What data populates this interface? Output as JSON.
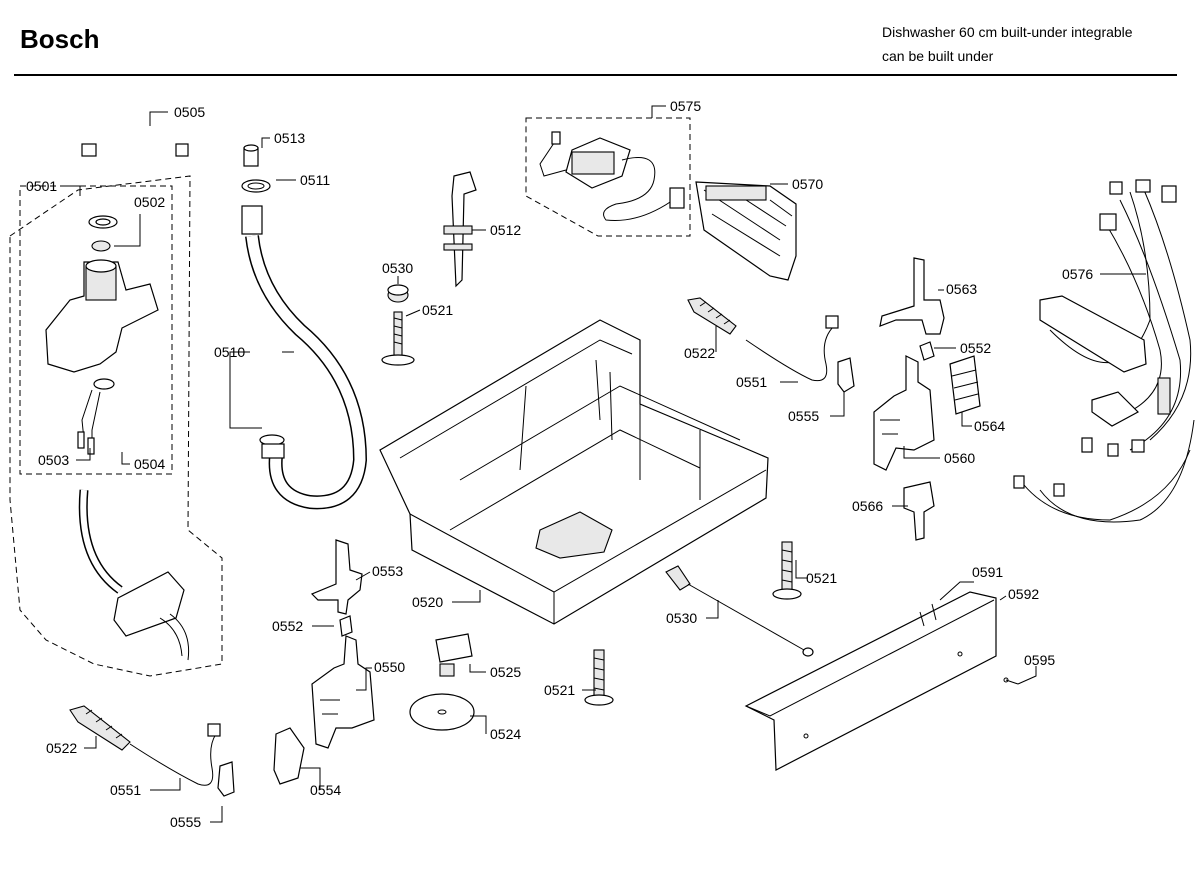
{
  "header": {
    "brand": "Bosch",
    "description_line1": "Dishwasher 60 cm built-under integrable",
    "description_line2": "can be built under"
  },
  "part_labels": {
    "p0505": "0505",
    "p0513": "0513",
    "p0511": "0511",
    "p0501": "0501",
    "p0502": "0502",
    "p0510": "0510",
    "p0503": "0503",
    "p0504": "0504",
    "p0512": "0512",
    "p0530a": "0530",
    "p0521a": "0521",
    "p0575": "0575",
    "p0570": "0570",
    "p0576": "0576",
    "p0563": "0563",
    "p0522a": "0522",
    "p0551a": "0551",
    "p0552a": "0552",
    "p0555a": "0555",
    "p0564": "0564",
    "p0560": "0560",
    "p0566": "0566",
    "p0553": "0553",
    "p0552b": "0552",
    "p0520": "0520",
    "p0521b": "0521",
    "p0591": "0591",
    "p0592": "0592",
    "p0530b": "0530",
    "p0550": "0550",
    "p0525": "0525",
    "p0521c": "0521",
    "p0595": "0595",
    "p0524": "0524",
    "p0522b": "0522",
    "p0551b": "0551",
    "p0554": "0554",
    "p0555b": "0555"
  }
}
